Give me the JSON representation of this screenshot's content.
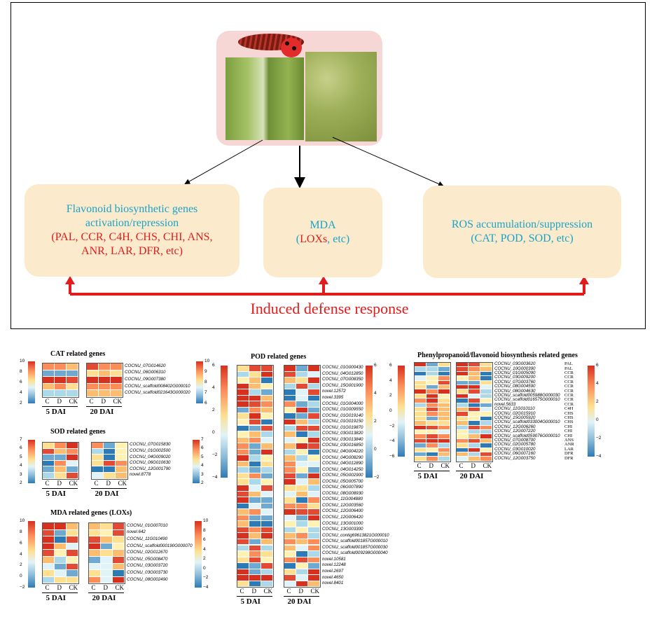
{
  "diagram": {
    "boxes": [
      {
        "line1": "Flavonoid biosynthetic genes",
        "line2": "activation/repression",
        "line3": "(PAL, CCR, C4H, CHS, CHI, ANS,",
        "line4": "ANR, LAR, DFR, etc)"
      },
      {
        "line1": "MDA",
        "paren_open": "(",
        "red": "LOXs",
        "rest": ", etc)"
      },
      {
        "line1": "ROS accumulation/suppression",
        "line2": "(CAT, POD, SOD, etc)"
      }
    ],
    "bottom_label": "Induced defense response"
  },
  "colors": {
    "red": "#e21c1c",
    "blue": "#1aa3c9",
    "box": "#fbeacc",
    "image_bg": "#f7d6d6"
  },
  "panels": {
    "cat": {
      "title": "CAT related genes",
      "genes": [
        "COCNU_07G014620",
        "COCNU_06G006310",
        "COCNU_09G007380",
        "COCNU_scaffold008402G000010",
        "COCNU_scaffold021643G000020"
      ],
      "colorbar_left": [
        "10",
        "8",
        "6",
        "4",
        "2"
      ],
      "colorbar_right": [
        "10",
        "9",
        "8",
        "7",
        "6"
      ],
      "cols": [
        "C",
        "D",
        "CK"
      ],
      "dai": [
        "5 DAI",
        "20 DAI"
      ],
      "values_5": [
        [
          8,
          8,
          7
        ],
        [
          2,
          2,
          2
        ],
        [
          10,
          10,
          9
        ],
        [
          7,
          8,
          6
        ],
        [
          3,
          3,
          3
        ]
      ],
      "values_20": [
        [
          9,
          8,
          8
        ],
        [
          6,
          7,
          6
        ],
        [
          10,
          10,
          10
        ],
        [
          8,
          8,
          8
        ],
        [
          7,
          7,
          7
        ]
      ]
    },
    "sod": {
      "title": "SOD related genes",
      "genes": [
        "COCNU_07G015830",
        "COCNU_01G002500",
        "COCNU_04G009020",
        "COCNU_06G010630",
        "COCNU_12G001790",
        "novel.8778"
      ],
      "colorbar_left": [
        "7",
        "6",
        "5",
        "4",
        "3",
        "2"
      ],
      "colorbar_right": [
        "7",
        "6",
        "5",
        "4",
        "3",
        "2"
      ],
      "cols": [
        "C",
        "D",
        "CK"
      ],
      "dai": [
        "5 DAI",
        "20 DAI"
      ]
    },
    "mda": {
      "title": "MDA related genes (LOXs)",
      "genes": [
        "COCNU_01G007010",
        "novel.642",
        "COCNU_11G010490",
        "COCNU_scaffold000190G000070",
        "COCNU_02G012670",
        "COCNU_05G008470",
        "COCNU_03G003720",
        "COCNU_03G003730",
        "COCNU_08G002490"
      ],
      "colorbar_left": [
        "10",
        "8",
        "6",
        "4",
        "2",
        "0",
        "−2"
      ],
      "colorbar_right": [
        "10",
        "8",
        "6",
        "4",
        "2",
        "0",
        "−2",
        "−4"
      ],
      "cols": [
        "C",
        "D",
        "CK"
      ],
      "dai": [
        "5 DAI",
        "20 DAI"
      ]
    },
    "pod": {
      "title": "POD related genes",
      "genes": [
        "COCNU_01G000430",
        "COCNU_04G012850",
        "COCNU_07G008350",
        "COCNU_15G001900",
        "novel.12572",
        "novel.3395",
        "COCNU_01G004000",
        "COCNU_01G009550",
        "COCNU_01G019140",
        "COCNU_01G019150",
        "COCNU_01G019870",
        "COCNU_03G013820",
        "COCNU_03G013840",
        "COCNU_03G016850",
        "COCNU_04G004220",
        "COCNU_04G008290",
        "COCNU_04G012890",
        "COCNU_04G014250",
        "COCNU_05G002900",
        "COCNU_05G005700",
        "COCNU_06G007890",
        "COCNU_08G008930",
        "COCNU_11G004880",
        "COCNU_12G003560",
        "COCNU_12G006400",
        "COCNU_12G006420",
        "COCNU_13G001000",
        "COCNU_13G003300",
        "COCNU_contig69613821G000010",
        "COCNU_scaffold001857G000010",
        "COCNU_scaffold001857G000030",
        "COCNU_scaffold009298G000040",
        "novel.10581",
        "novel.12248",
        "novel.2697",
        "novel.4650",
        "novel.8401"
      ],
      "colorbar_left": [
        "6",
        "4",
        "2",
        "0",
        "−2",
        "−4"
      ],
      "colorbar_right": [
        "6",
        "4",
        "2",
        "0",
        "−2"
      ],
      "cols": [
        "C",
        "D",
        "CK"
      ],
      "dai": [
        "5 DAI",
        "20 DAI"
      ]
    },
    "phe": {
      "title": "Phenylpropanoid/flavonoid biosynthesis related genes",
      "genes": [
        "COCNU_03G003620",
        "COCNU_10G000390",
        "COCNU_01G005090",
        "COCNU_03G009200",
        "COCNU_07G003760",
        "COCNU_08G004590",
        "COCNU_08G004630",
        "COCNU_scaffold005988G000030",
        "COCNU_scaffold016575G000010",
        "novel.5633",
        "COCNU_11G010110",
        "COCNU_02G015910",
        "COCNU_15G005920",
        "COCNU_scaffold033004G000010",
        "COCNU_12G006260",
        "COCNU_12G007220",
        "COCNU_scaffold059076G000010",
        "COCNU_07G008700",
        "COCNU_02G005780",
        "COCNU_03G010020",
        "COCNU_06G007160",
        "COCNU_12G003750"
      ],
      "classes": [
        "PAL",
        "PAL",
        "CCR",
        "CCR",
        "CCR",
        "CCR",
        "CCR",
        "CCR",
        "CCR",
        "CCR",
        "C4H",
        "CHS",
        "CHS",
        "CHS",
        "CHI",
        "CHI",
        "CHI",
        "ANS",
        "ANR",
        "LAR",
        "DFR",
        "DFR"
      ],
      "colorbar_left": [
        "6",
        "4",
        "2",
        "0",
        "−2",
        "−4",
        "−6"
      ],
      "colorbar_right": [
        "6",
        "4",
        "2",
        "0",
        "−2",
        "−4"
      ],
      "cols": [
        "C",
        "D",
        "CK"
      ],
      "dai": [
        "5 DAI",
        "20 DAI"
      ]
    }
  }
}
